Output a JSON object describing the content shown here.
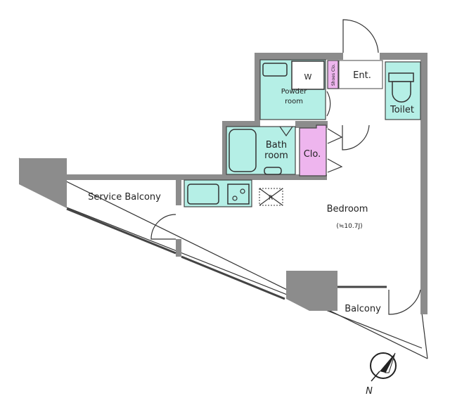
{
  "plan": {
    "rooms": {
      "service_balcony": "Service Balcony",
      "bedroom": "Bedroom",
      "bedroom_size": "(≒10.7J)",
      "balcony": "Balcony",
      "toilet": "Toilet",
      "entrance": "Ent.",
      "powder_room_line1": "Powder",
      "powder_room_line2": "room",
      "bath_room_line1": "Bath",
      "bath_room_line2": "room",
      "closet": "Clo.",
      "shoes_closet": "Shoes Clo.",
      "washer": "W",
      "refrigerator": "R"
    },
    "compass": {
      "north_label": "N"
    },
    "colors": {
      "wet_area": "#b5efe6",
      "storage": "#eeb5ee",
      "wall": "#8c8c8c"
    }
  }
}
